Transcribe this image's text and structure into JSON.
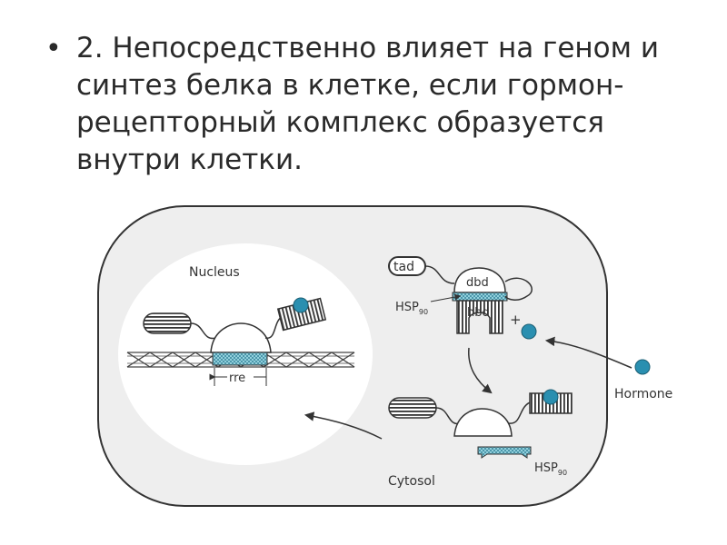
{
  "slide": {
    "bullet": "•",
    "lines": [
      "2. Непосредственно влияет на геном и",
      "синтез белка в клетке, если гормон-",
      "рецепторный комплекс образуется",
      "внутри клетки."
    ]
  },
  "diagram": {
    "nucleus_label": "Nucleus",
    "cytosol_label": "Cytosol",
    "hormone_label": "Hormone",
    "tad_label": "tad",
    "dbd_label": "dbd",
    "hbd_label": "hbd",
    "hsp_label": "HSP",
    "hsp_sub": "90",
    "hsp2_label": "HSP",
    "hsp2_sub": "90",
    "rre_label": "rre",
    "plus_sign": "+",
    "colors": {
      "cell_fill": "#eeeeee",
      "nucleus_fill": "#ffffff",
      "hormone": "#2a8fb0",
      "hatch": "#8fd3e0",
      "outline": "#333333"
    }
  }
}
